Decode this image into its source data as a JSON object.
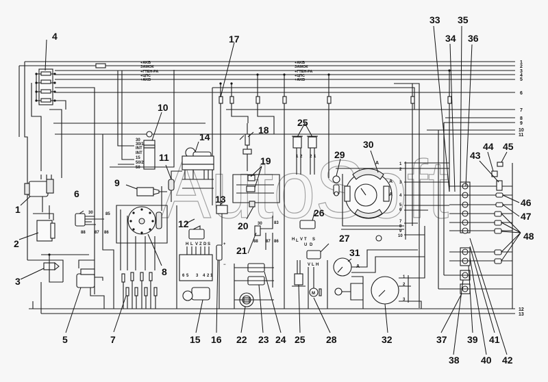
{
  "diagram": {
    "title": "Wiring diagram",
    "watermark": "AutoSoft",
    "bus_labels": [
      "+AKB",
      "ЗАМОК",
      "+ГТЕН-РА",
      "+ЦПС",
      "+AKB"
    ],
    "bus_numbers": [
      "1",
      "2",
      "3",
      "4",
      "5",
      "6",
      "7",
      "8",
      "9",
      "10",
      "11",
      "12",
      "13"
    ],
    "callouts": [
      "1",
      "2",
      "3",
      "4",
      "5",
      "6",
      "7",
      "8",
      "9",
      "10",
      "11",
      "12",
      "13",
      "14",
      "15",
      "16",
      "17",
      "18",
      "19",
      "20",
      "21",
      "22",
      "23",
      "24",
      "25",
      "25",
      "26",
      "27",
      "28",
      "29",
      "30",
      "31",
      "32",
      "33",
      "34",
      "35",
      "36",
      "37",
      "38",
      "39",
      "40",
      "41",
      "42",
      "43",
      "44",
      "45",
      "46",
      "47",
      "48"
    ],
    "ignition_switch_pins": [
      "30",
      "30/1",
      "INT",
      "INT",
      "15",
      "50/2",
      "50"
    ],
    "relay_pins": [
      "30",
      "85",
      "88",
      "87",
      "86"
    ],
    "relay21_pins": [
      "30",
      "83",
      "88",
      "87",
      "86"
    ],
    "switch12_pins": [
      "H",
      "L",
      "V",
      "Z",
      "D",
      "S"
    ],
    "wiper_pins": [
      "6",
      "5",
      "3",
      "4",
      "2",
      "1"
    ],
    "switch26_pins": [
      "H",
      "L",
      "V",
      "T",
      "U",
      "D",
      "S"
    ],
    "switch27_pins": [
      "V",
      "L",
      "H"
    ],
    "lamp25_pins": [
      "1",
      "2",
      "2",
      "1"
    ],
    "instrument_pins": [
      "1",
      "2",
      "3",
      "4",
      "5",
      "6",
      "7",
      "8",
      "9",
      "10"
    ],
    "gauge32_pins": [
      "1",
      "2",
      "3"
    ],
    "signal_label": "A",
    "motor_label": "M",
    "plus_sign": "+",
    "minus_sign": "−"
  }
}
